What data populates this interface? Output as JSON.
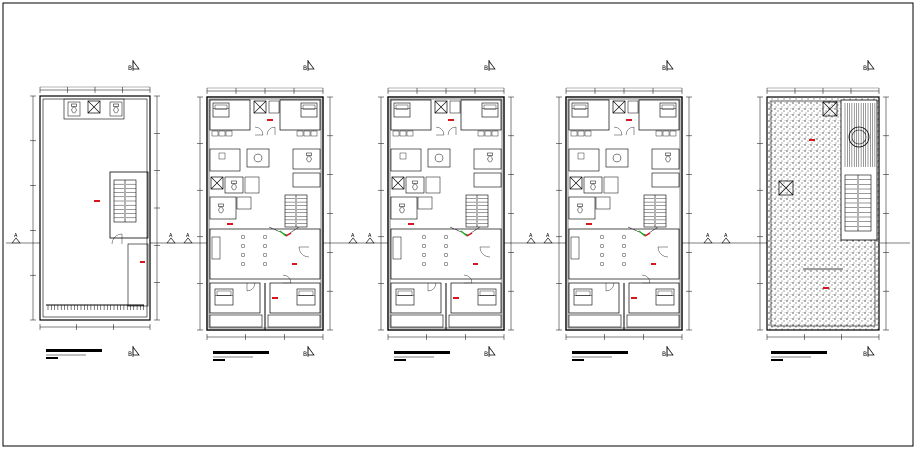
{
  "drawing": {
    "section_cut_labels": {
      "vertical": "B",
      "horizontal": "A"
    },
    "sheets": [
      {
        "id": "ground-floor",
        "variant": "ground"
      },
      {
        "id": "typical-floor-1",
        "variant": "typical"
      },
      {
        "id": "typical-floor-2",
        "variant": "typical"
      },
      {
        "id": "typical-floor-3",
        "variant": "typical"
      },
      {
        "id": "roof-plan",
        "variant": "roof"
      }
    ],
    "colors": {
      "line": "#000000",
      "background": "#ffffff",
      "accent_red": "#d8141c",
      "accent_green": "#18b018"
    }
  }
}
